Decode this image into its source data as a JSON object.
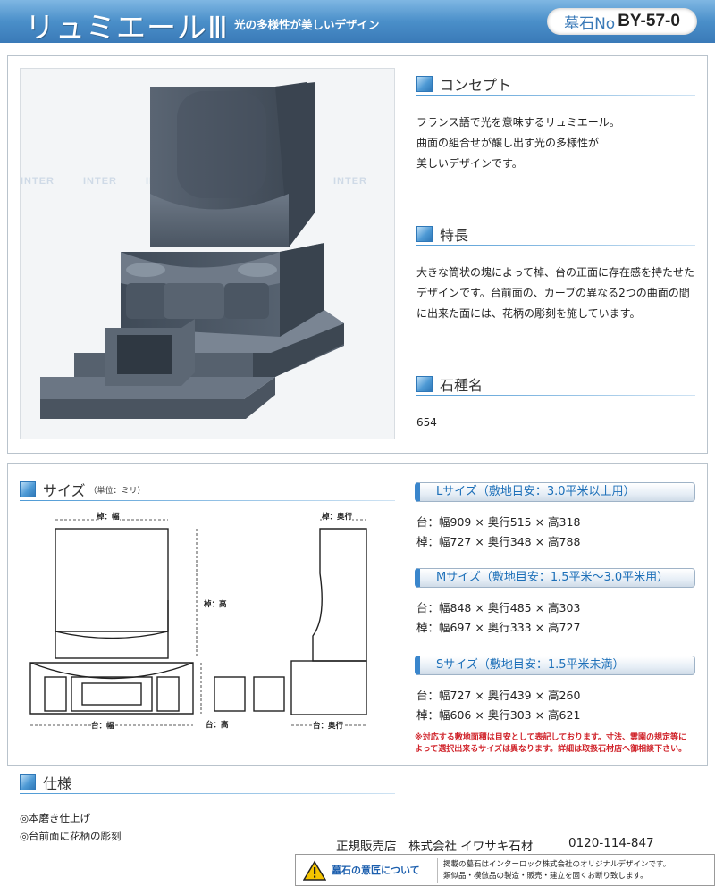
{
  "header": {
    "title": "リュミエールⅢ",
    "subtitle": "光の多様性が美しいデザイン",
    "code_label": "墓石No",
    "code_value": "BY-57-0"
  },
  "photo": {
    "watermark": "INTER"
  },
  "concept": {
    "heading": "コンセプト",
    "lines": [
      "フランス語で光を意味するリュミエール。",
      "曲面の組合せが醸し出す光の多様性が",
      "美しいデザインです。"
    ]
  },
  "features": {
    "heading": "特長",
    "lines": [
      "大きな筒状の塊によって棹、台の正面に存在感を持たせた",
      "デザインです。台前面の、カーブの異なる2つの曲面の間",
      "に出来た面には、花柄の彫刻を施しています。"
    ]
  },
  "stone": {
    "heading": "石種名",
    "value": "654"
  },
  "size_section": {
    "heading": "サイズ",
    "unit": "（単位：ミリ）",
    "labels": {
      "rod_width": "棹：幅",
      "rod_depth": "棹：奥行",
      "rod_height": "棹：高",
      "base_height": "台：高",
      "base_width": "台：幅",
      "base_depth": "台：奥行"
    }
  },
  "sizes": [
    {
      "title": "Lサイズ（敷地目安：3.0平米以上用）",
      "base": "台：幅909 × 奥行515 × 高318",
      "rod": "棹：幅727 × 奥行348 × 高788"
    },
    {
      "title": "Mサイズ（敷地目安：1.5平米〜3.0平米用）",
      "base": "台：幅848 × 奥行485 × 高303",
      "rod": "棹：幅697 × 奥行333 × 高727"
    },
    {
      "title": "Sサイズ（敷地目安：1.5平米未満）",
      "base": "台：幅727 × 奥行439 × 高260",
      "rod": "棹：幅606 × 奥行303 × 高621"
    }
  ],
  "note": [
    "※対応する敷地面積は目安として表記しております。寸法、霊園の規定等に",
    "よって選択出来るサイズは異なります。詳細は取扱石材店へ御相談下さい。"
  ],
  "spec": {
    "heading": "仕様",
    "items": [
      "◎本磨き仕上げ",
      "◎台前面に花柄の彫刻"
    ]
  },
  "footer": {
    "store": "正規販売店　株式会社 イワサキ石材",
    "tel": "0120-114-847",
    "warning_label": "墓石の意匠について",
    "warning_lines": [
      "掲載の墓石はインターロック株式会社のオリジナルデザインです。",
      "類似品・模倣品の製造・販売・建立を固くお断り致します。"
    ]
  },
  "colors": {
    "header": "#4a8fc9",
    "accent": "#3a86cc",
    "note": "#d0232a"
  }
}
